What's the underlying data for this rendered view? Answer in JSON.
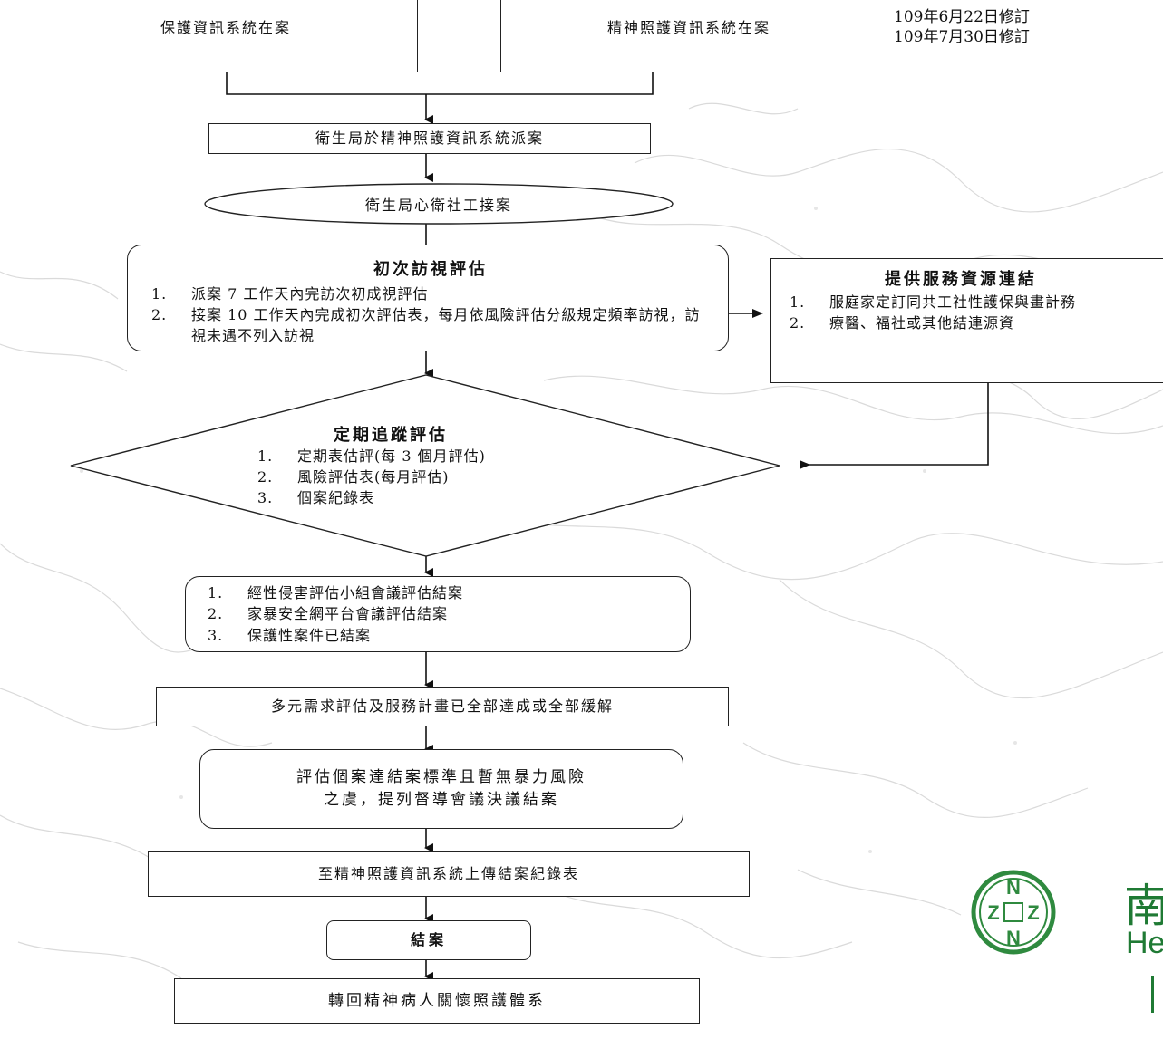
{
  "header": {
    "revision_lines": [
      "109年6月22日修訂",
      "109年7月30日修訂"
    ]
  },
  "nodes": {
    "protection_system": "保護資訊系統在案",
    "mental_care_system": "精神照護資訊系統在案",
    "dispatch": "衛生局於精神照護資訊系統派案",
    "accept": "衛生局心衛社工接案",
    "initial_visit": {
      "title": "初次訪視評估",
      "items": [
        {
          "num": "1.",
          "text": "派案 7 工作天內完訪次初成視評估"
        },
        {
          "num": "2.",
          "text": "接案 10 工作天內完成初次評估表，每月依風險評估分級規定頻率訪視，訪視未遇不列入訪視"
        }
      ]
    },
    "resource_link": {
      "title": "提供服務資源連結",
      "items": [
        {
          "num": "1.",
          "text": "服庭家定訂同共工社性護保與畫計務"
        },
        {
          "num": "2.",
          "text": "療醫、福社或其他結連源資"
        }
      ]
    },
    "periodic_tracking": {
      "title": "定期追蹤評估",
      "items": [
        {
          "num": "1.",
          "text": "定期表估評(每 3 個月評估)"
        },
        {
          "num": "2.",
          "text": "風險評估表(每月評估)"
        },
        {
          "num": "3.",
          "text": "個案紀錄表"
        }
      ]
    },
    "closure_conditions": {
      "items": [
        {
          "num": "1.",
          "text": "經性侵害評估小組會議評估結案"
        },
        {
          "num": "2.",
          "text": "家暴安全網平台會議評估結案"
        },
        {
          "num": "3.",
          "text": "保護性案件已結案"
        }
      ]
    },
    "multi_needs": "多元需求評估及服務計畫已全部達成或全部緩解",
    "assessment_close": {
      "line1": "評估個案達結案標準且暫無暴力風險",
      "line2": "之虞，提列督導會議決議結案"
    },
    "upload_record": "至精神照護資訊系統上傳結案紀錄表",
    "case_closed": "結案",
    "return_system": "轉回精神病人關懷照護體系"
  },
  "logo": {
    "emblem_letters": [
      "N",
      "Z",
      "Z",
      "N"
    ],
    "char": "南",
    "latin": "He"
  },
  "colors": {
    "line": "#111111",
    "logo_green": "#1f7a34",
    "texture": "#d8d8d8"
  }
}
